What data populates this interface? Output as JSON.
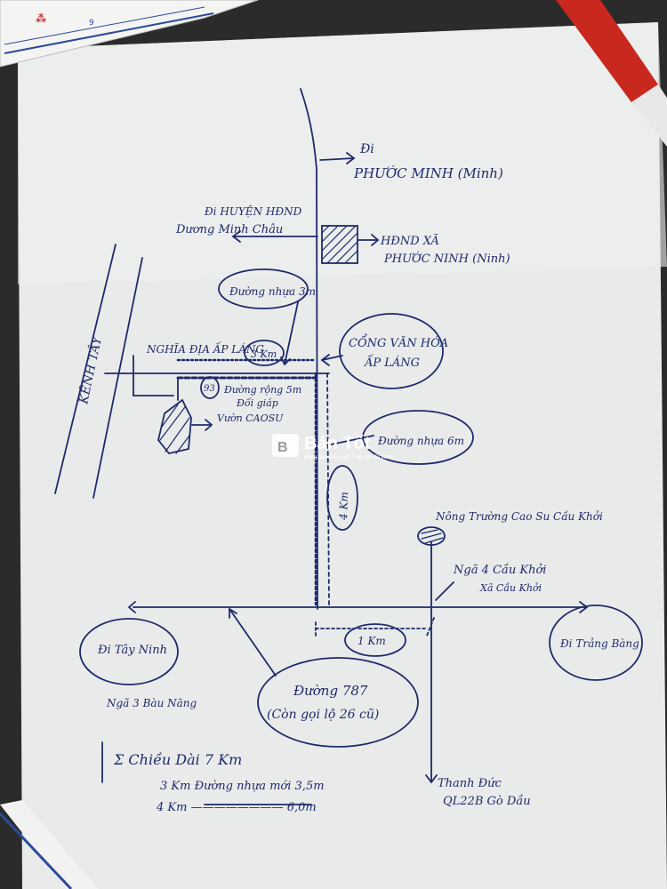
{
  "watermark": {
    "brand": "Bán Tốt",
    "tagline": "Đăng bán miễn phí. Tiếp cận đa kênh"
  },
  "ruler": {
    "tick_number": "9"
  },
  "map": {
    "label_phuoc_minh_top": "PHƯỚC MINH (Minh)",
    "label_di_top": "Đi",
    "label_di_huyen": "Đi HUYỆN HĐND",
    "label_duong_minh_chau": "Dương Minh Châu",
    "label_ubnd_xa": "HĐND XÃ",
    "label_phuoc_ninh": "PHƯỚC NINH (Ninh)",
    "label_duong_nhua_3m": "Đường nhựa 3m",
    "label_cong_van_hoa": "CỔNG VĂN HÓA",
    "label_ap_lang": "ẤP LÁNG",
    "label_nghia_dia": "NGHĨA ĐỊA ẤP LÁNG",
    "label_3km": "3 Km",
    "label_kenh_tay": "KÊNH TÂY",
    "label_dt_number": "93",
    "label_duong_dong_5m": "Đường rộng 5m",
    "label_doi_giap": "Đối giáp",
    "label_vuon_cao_su": "Vườn CAOSU",
    "label_duong_nhua_6m": "Đường nhựa 6m",
    "label_4km_vertical": "4 Km",
    "label_nong_truong": "Nông Trường Cao Su Cầu Khởi",
    "label_nga4": "Ngã 4 Cầu Khởi",
    "label_xa_cau_khoi": "Xã Cầu Khởi",
    "label_di_tay_ninh": "Đi Tây Ninh",
    "label_nga3": "Ngã 3 Bàu Năng",
    "label_di_trang_bang": "Đi Trảng Bàng",
    "label_1km": "1 Km",
    "label_duong_787": "Đường 787",
    "label_con_goi": "(Còn gọi lộ 26 cũ)",
    "label_thanh_duc": "Thanh Đức",
    "label_ql22b": "QL22B Gò Dầu",
    "summary_line1": "Σ Chiều Dài 7 Km",
    "summary_line2": "3 Km Đường nhựa mới 3,5m",
    "summary_line3": "4 Km ———————— 6,0m"
  }
}
